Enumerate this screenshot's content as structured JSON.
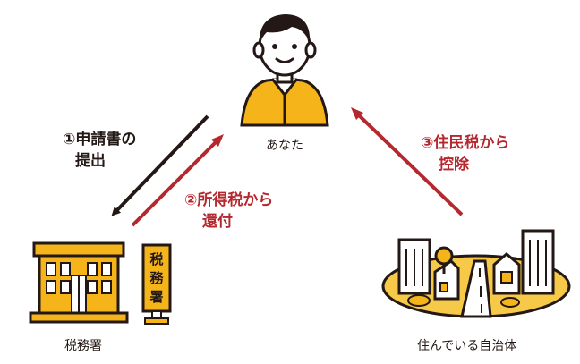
{
  "colors": {
    "yellow": "#f4b41a",
    "dark": "#231815",
    "red": "#b4282e",
    "skin": "#ffffff",
    "ground": "#f7c948",
    "building_light": "#ffffff"
  },
  "nodes": {
    "you": {
      "label": "あなた",
      "icon": "person-icon"
    },
    "tax_office": {
      "label": "税務署",
      "icon": "tax-office-building-icon",
      "sign": "税務署"
    },
    "municipality": {
      "label": "住んでいる自治体",
      "icon": "town-icon"
    }
  },
  "flows": [
    {
      "line1": "①申請書の",
      "line2": "提出",
      "color": "dark",
      "direction": "you-to-tax-office"
    },
    {
      "line1": "②所得税から",
      "line2": "還付",
      "color": "red",
      "direction": "tax-office-to-you"
    },
    {
      "line1": "③住民税から",
      "line2": "控除",
      "color": "red",
      "direction": "municipality-to-you"
    }
  ]
}
